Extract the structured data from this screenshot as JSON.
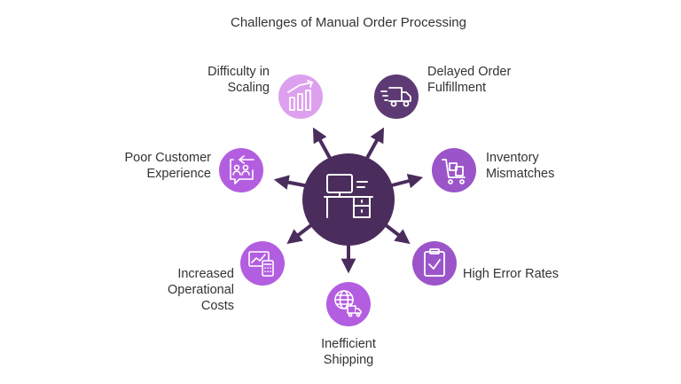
{
  "title": "Challenges of Manual Order Processing",
  "colors": {
    "hub": "#4a2d5c",
    "arrow": "#4a2d5c",
    "light_violet": "#dda0ee",
    "dark_purple": "#5d3a74",
    "medium_purple": "#9b55c9",
    "violet": "#b35ee0"
  },
  "challenges": {
    "scaling": {
      "lines": [
        "Difficulty in",
        "Scaling"
      ],
      "icon": "growth-chart-icon"
    },
    "delayed": {
      "lines": [
        "Delayed Order",
        "Fulfillment"
      ],
      "icon": "fast-delivery-truck-icon"
    },
    "inventory": {
      "lines": [
        "Inventory",
        "Mismatches"
      ],
      "icon": "shopping-cart-boxes-icon"
    },
    "errors": {
      "lines": [
        "High Error Rates"
      ],
      "icon": "clipboard-check-icon"
    },
    "shipping": {
      "lines": [
        "Inefficient",
        "Shipping"
      ],
      "icon": "globe-truck-icon"
    },
    "costs": {
      "lines": [
        "Increased",
        "Operational",
        "Costs"
      ],
      "icon": "chart-calculator-icon"
    },
    "experience": {
      "lines": [
        "Poor Customer",
        "Experience"
      ],
      "icon": "customer-chat-icon"
    }
  },
  "hub_icon": "office-desk-icon"
}
